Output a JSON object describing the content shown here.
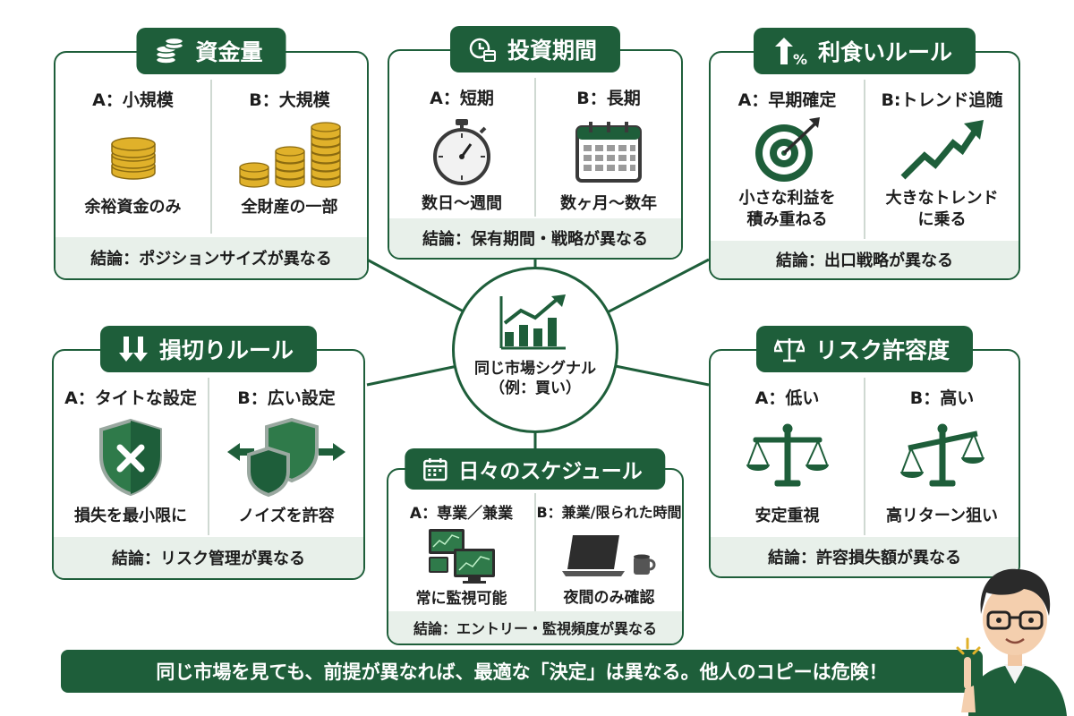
{
  "center": {
    "line1": "同じ市場シグナル",
    "line2": "（例：買い）"
  },
  "cards": {
    "funds": {
      "title": "資金量",
      "a_label": "A：小規模",
      "b_label": "B：大規模",
      "a_caption": "余裕資金のみ",
      "b_caption": "全財産の一部",
      "conclusion": "結論：ポジションサイズが異なる"
    },
    "period": {
      "title": "投資期間",
      "a_label": "A：短期",
      "b_label": "B：長期",
      "a_caption": "数日〜週間",
      "b_caption": "数ヶ月〜数年",
      "conclusion": "結論：保有期間・戦略が異なる"
    },
    "profit": {
      "title": "利食いルール",
      "a_label": "A：早期確定",
      "b_label": "B:トレンド追随",
      "a_caption_1": "小さな利益を",
      "a_caption_2": "積み重ねる",
      "b_caption_1": "大きなトレンド",
      "b_caption_2": "に乗る",
      "conclusion": "結論：出口戦略が異なる"
    },
    "stoploss": {
      "title": "損切りルール",
      "a_label": "A：タイトな設定",
      "b_label": "B：広い設定",
      "a_caption": "損失を最小限に",
      "b_caption": "ノイズを許容",
      "conclusion": "結論：リスク管理が異なる"
    },
    "schedule": {
      "title": "日々のスケジュール",
      "a_label": "A：専業／兼業",
      "b_label": "B：兼業/限られた時間",
      "a_caption": "常に監視可能",
      "b_caption": "夜間のみ確認",
      "conclusion": "結論：エントリー・監視頻度が異なる"
    },
    "risk": {
      "title": "リスク許容度",
      "a_label": "A：低い",
      "b_label": "B：高い",
      "a_caption": "安定重視",
      "b_caption": "高リターン狙い",
      "conclusion": "結論：許容損失額が異なる"
    }
  },
  "banner": "同じ市場を見ても、前提が異なれば、最適な「決定」は異なる。他人のコピーは危険！",
  "icons": {
    "funds": "coin-stack-icon",
    "period": "clock-calendar-icon",
    "profit": "up-arrow-percent-icon",
    "stoploss": "down-arrows-icon",
    "schedule": "calendar-icon",
    "risk": "balance-scale-icon",
    "center": "bar-chart-up-icon"
  },
  "colors": {
    "primary_green": "#1e5e3a",
    "light_green": "#e8f0ea",
    "gold": "#e0b12a"
  }
}
